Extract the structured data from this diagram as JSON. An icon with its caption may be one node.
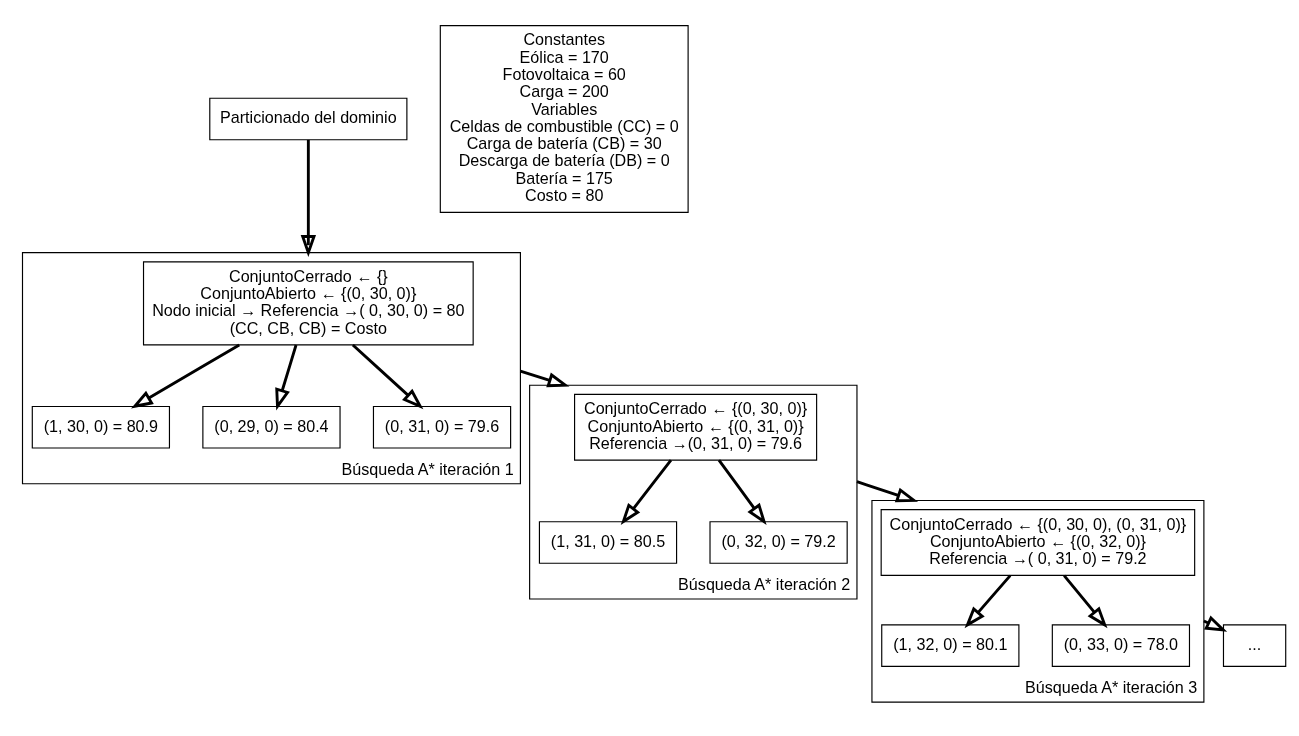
{
  "diagram": {
    "nodes": [
      {
        "text": [
          "Particionado del dominio"
        ]
      },
      {
        "text": [
          "Búsqueda A* iteración 1"
        ]
      },
      {
        "text": [
          "ConjuntoCerrado ← {}",
          "ConjuntoAbierto ← {(0, 30, 0)}",
          "Nodo inicial → Referencia →( 0, 30, 0) = 80",
          "(CC, CB, CB) = Costo"
        ],
        "in": 1
      },
      {
        "text": [
          "(1, 30, 0) = 80.9"
        ],
        "in": 1
      },
      {
        "text": [
          "(0, 29, 0) = 80.4"
        ],
        "in": 1
      },
      {
        "text": [
          "(0, 31, 0) = 79.6"
        ],
        "in": 1
      },
      {
        "text": [
          "Constantes",
          "Eólica = 170",
          "Fotovoltaica = 60",
          "Carga = 200",
          "Variables",
          "Celdas de combustible (CC) = 0",
          "Carga de batería (CB) = 30",
          "Descarga de batería (DB) = 0",
          "Batería = 175",
          "Costo = 80"
        ]
      },
      {
        "text": [
          "Búsqueda A* iteración 2"
        ]
      },
      {
        "text": [
          "ConjuntoCerrado ← {(0, 30, 0)}",
          "ConjuntoAbierto ← {(0, 31, 0)}",
          "Referencia →(0, 31, 0) = 79.6"
        ],
        "in": 7
      },
      {
        "text": [
          "(1, 31, 0) = 80.5"
        ],
        "in": 7
      },
      {
        "text": [
          "(0, 32, 0) = 79.2"
        ],
        "in": 7
      },
      {
        "text": [
          "Búsqueda A* iteración 3"
        ]
      },
      {
        "text": [
          "ConjuntoCerrado ← {(0, 30, 0), (0, 31, 0)}",
          "ConjuntoAbierto ← {(0, 32, 0)}",
          "Referencia →( 0, 31, 0) = 79.2"
        ],
        "in": 11
      },
      {
        "text": [
          "(1, 32, 0) = 80.1"
        ],
        "in": 11
      },
      {
        "text": [
          "(0, 33, 0) = 78.0"
        ],
        "in": 11
      },
      {
        "text": [
          "..."
        ]
      }
    ],
    "edges": [
      {
        "from": 0,
        "to": 1,
        "arrow": "to"
      },
      {
        "from": 2,
        "to": 3,
        "arrow": "to"
      },
      {
        "from": 2,
        "to": 4,
        "arrow": "to"
      },
      {
        "from": 2,
        "to": 5,
        "arrow": "to"
      },
      {
        "from": 1,
        "to": 7,
        "arrow": "to"
      },
      {
        "from": 8,
        "to": 9,
        "arrow": "to"
      },
      {
        "from": 8,
        "to": 10,
        "arrow": "to"
      },
      {
        "from": 7,
        "to": 11,
        "arrow": "to"
      },
      {
        "from": 12,
        "to": 13,
        "arrow": "to"
      },
      {
        "from": 12,
        "to": 14,
        "arrow": "to"
      },
      {
        "from": 11,
        "to": 15,
        "arrow": "to"
      }
    ]
  }
}
